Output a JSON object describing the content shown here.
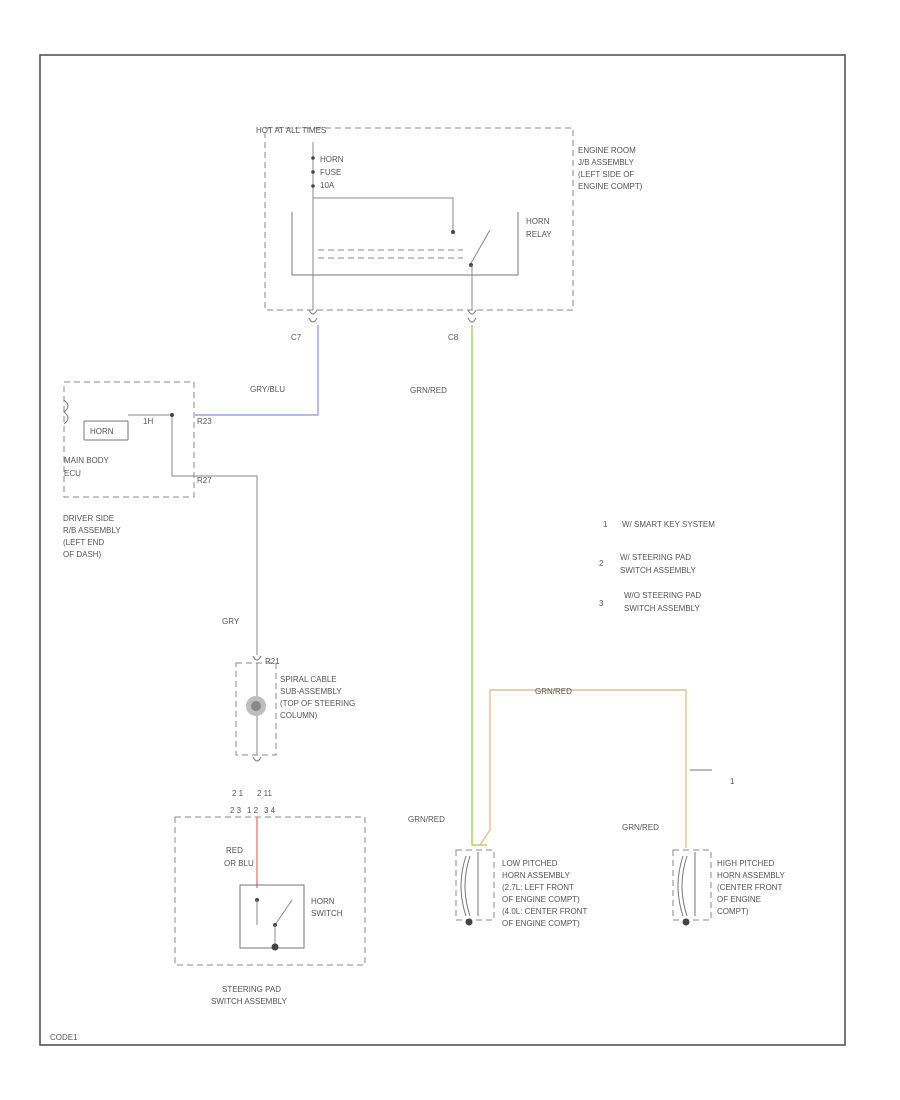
{
  "colors": {
    "wire_grn_red": "#b5d26a",
    "wire_gry_blu": "#9aa0e8",
    "wire_red": "#ef8a8a",
    "wire_grn_red_upper": "#d9c48e",
    "wire_default": "#8a8a8a"
  },
  "engine_room": {
    "hot_label": "HOT AT ALL TIMES",
    "fuse_lines": [
      "HORN",
      "FUSE",
      "10A"
    ],
    "relay_lines": [
      "HORN",
      "RELAY"
    ],
    "location_lines": [
      "ENGINE ROOM",
      "J/B ASSEMBLY",
      "(LEFT SIDE OF",
      "ENGINE COMPT)"
    ],
    "connector_left": "C7",
    "connector_right": "C8"
  },
  "main_body": {
    "horn_label": "HORN",
    "pin_top": "1H",
    "pin_right": "R23",
    "pin_bottom": "R27",
    "name_lines": [
      "MAIN BODY",
      "ECU"
    ],
    "location_lines": [
      "DRIVER SIDE",
      "R/B ASSEMBLY",
      "(LEFT END",
      "OF DASH)"
    ]
  },
  "wire_labels": {
    "gry_blu": "GRY/BLU",
    "grn_red_vertical": "GRN/RED",
    "gry": "GRY",
    "grn_red_horizontal": "GRN/RED",
    "grn_red_low": "GRN/RED",
    "grn_red_high": "GRN/RED",
    "red_or_blu": [
      "RED",
      "OR BLU"
    ]
  },
  "spiral": {
    "pin": "R21",
    "name_lines": [
      "SPIRAL CABLE",
      "SUB-ASSEMBLY",
      "(TOP OF STEERING",
      "COLUMN)"
    ]
  },
  "steering_pad": {
    "top_labels": [
      "2 1",
      "2 11"
    ],
    "mid_labels": [
      "2 3",
      "1 2",
      "3 4"
    ],
    "switch_lines": [
      "HORN",
      "SWITCH"
    ],
    "name_lines": [
      "STEERING PAD",
      "SWITCH ASSEMBLY"
    ]
  },
  "notes": [
    {
      "num": "1",
      "lines": [
        "W/ SMART KEY SYSTEM"
      ]
    },
    {
      "num": "2",
      "lines": [
        "W/ STEERING PAD",
        "SWITCH ASSEMBLY"
      ]
    },
    {
      "num": "3",
      "lines": [
        "W/O STEERING PAD",
        "SWITCH ASSEMBLY"
      ]
    }
  ],
  "callout_number": "1",
  "horn_low": {
    "lines": [
      "LOW PITCHED",
      "HORN ASSEMBLY",
      "(2.7L: LEFT FRONT",
      "OF ENGINE COMPT)",
      "(4.0L: CENTER FRONT",
      "OF ENGINE COMPT)"
    ]
  },
  "horn_high": {
    "lines": [
      "HIGH PITCHED",
      "HORN ASSEMBLY",
      "(CENTER FRONT",
      "OF ENGINE",
      "COMPT)"
    ]
  },
  "footer_code": "CODE1"
}
